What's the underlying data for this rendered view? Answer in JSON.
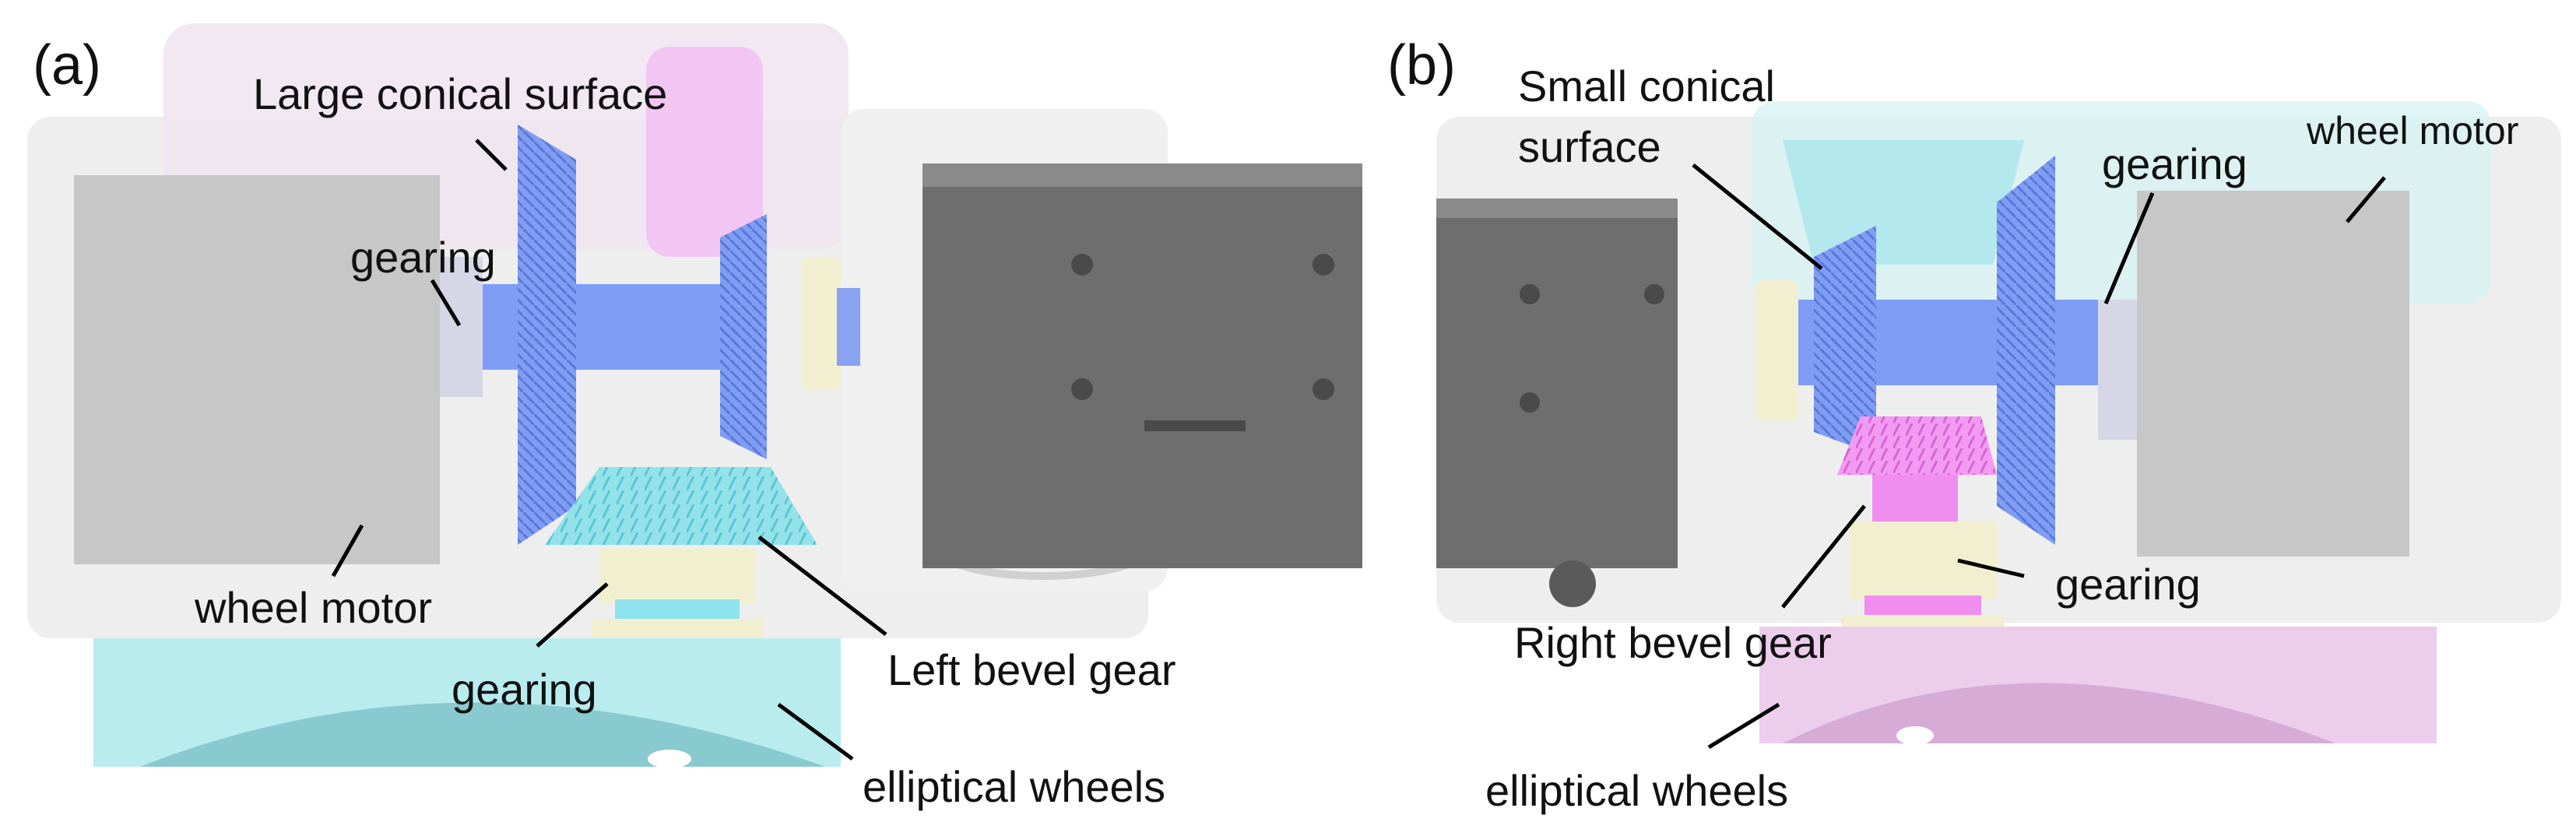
{
  "panels": [
    {
      "id": "a",
      "tag": "(a)",
      "labels": {
        "large_conical_surface": "Large conical surface",
        "gearing_top": "gearing",
        "wheel_motor": "wheel motor",
        "gearing_bottom": "gearing",
        "left_bevel_gear": "Left bevel gear",
        "elliptical_wheels": "elliptical wheels"
      }
    },
    {
      "id": "b",
      "tag": "(b)",
      "labels": {
        "small_conical_surface_line1": "Small conical",
        "small_conical_surface_line2": "surface",
        "gearing_top": "gearing",
        "wheel_motor": "wheel motor",
        "gearing_right": "gearing",
        "right_bevel_gear": "Right bevel gear",
        "elliptical_wheels": "elliptical wheels"
      }
    }
  ],
  "colors": {
    "blue_gear": "#7f9cf5",
    "cyan_gear": "#8fe3ec",
    "magenta_gear": "#f08ef0",
    "cream_bearing": "#f1efcf",
    "dark_housing": "#6f6f6f",
    "motor_grey": "#c9c9c9",
    "frame_white": "#eeeeee",
    "wheel_cyan": "#b8ecef",
    "wheel_pink": "#eccdec"
  }
}
